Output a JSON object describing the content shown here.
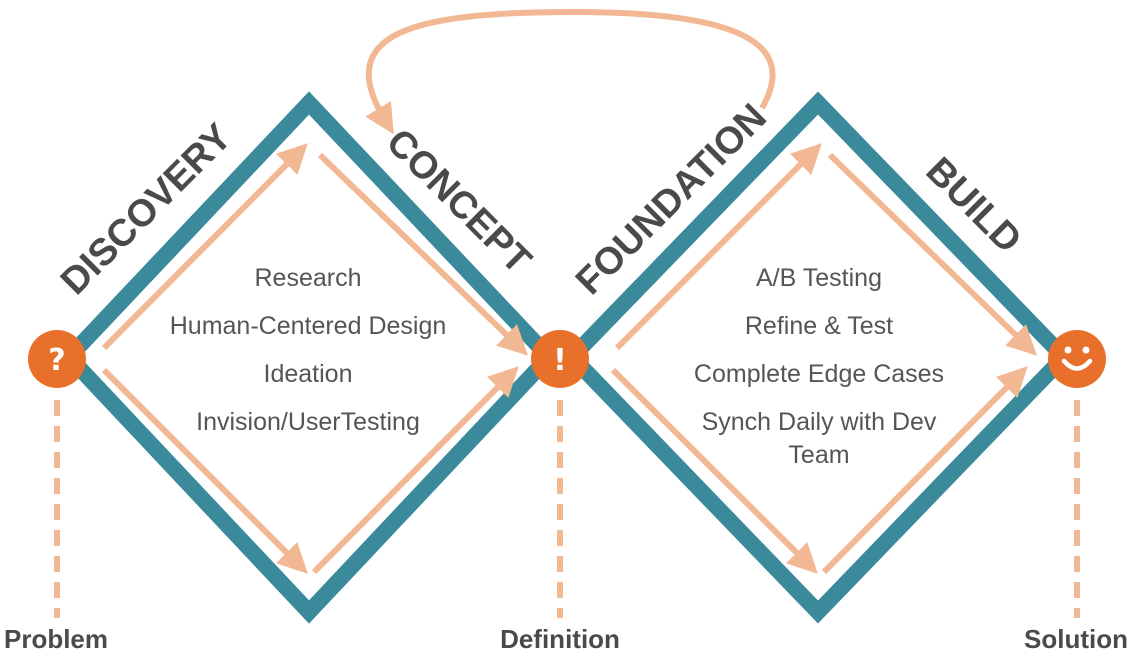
{
  "colors": {
    "diamond_stroke": "#3a8a9c",
    "arrow": "#f2b894",
    "node_fill": "#e8702a",
    "text_dark": "#4a4a4a",
    "text_body": "#555555"
  },
  "phases": {
    "discovery": "DISCOVERY",
    "concept": "CONCEPT",
    "foundation": "FOUNDATION",
    "build": "BUILD"
  },
  "left_diamond": {
    "activities": [
      "Research",
      "Human-Centered Design",
      "Ideation",
      "Invision/UserTesting"
    ]
  },
  "right_diamond": {
    "activities": [
      "A/B Testing",
      "Refine & Test",
      "Complete Edge Cases",
      "Synch Daily with Dev",
      "Team"
    ]
  },
  "nodes": {
    "problem": {
      "glyph": "?",
      "icon": "question-mark-icon"
    },
    "definition": {
      "glyph": "!",
      "icon": "exclamation-mark-icon"
    },
    "solution": {
      "glyph": "",
      "icon": "smiley-face-icon"
    }
  },
  "milestones": {
    "problem": "Problem",
    "definition": "Definition",
    "solution": "Solution"
  }
}
